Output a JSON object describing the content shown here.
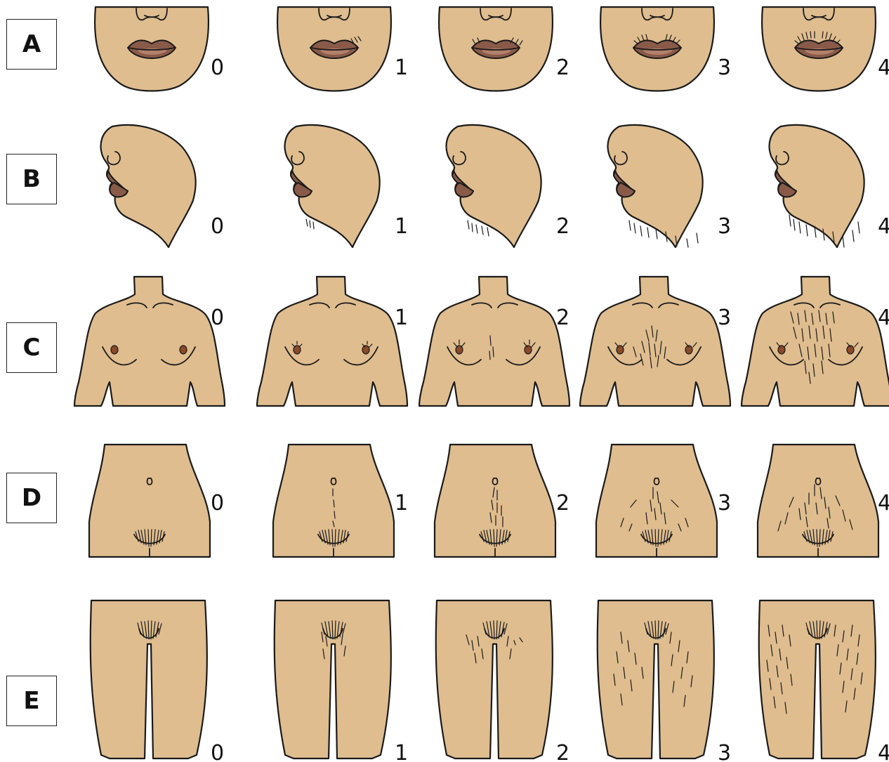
{
  "rows": [
    {
      "label": "A",
      "region": "upper-lip",
      "scores": [
        "0",
        "1",
        "2",
        "3",
        "4"
      ]
    },
    {
      "label": "B",
      "region": "chin",
      "scores": [
        "0",
        "1",
        "2",
        "3",
        "4"
      ]
    },
    {
      "label": "C",
      "region": "chest",
      "scores": [
        "0",
        "1",
        "2",
        "3",
        "4"
      ]
    },
    {
      "label": "D",
      "region": "lower-abdomen",
      "scores": [
        "0",
        "1",
        "2",
        "3",
        "4"
      ]
    },
    {
      "label": "E",
      "region": "thighs",
      "scores": [
        "0",
        "1",
        "2",
        "3",
        "4"
      ]
    }
  ],
  "colors": {
    "skin": "#dfbd8f",
    "lip": "#8a5a49",
    "nipple": "#8a4a2a",
    "outline": "#1a1a1a",
    "label_border": "#222222"
  }
}
